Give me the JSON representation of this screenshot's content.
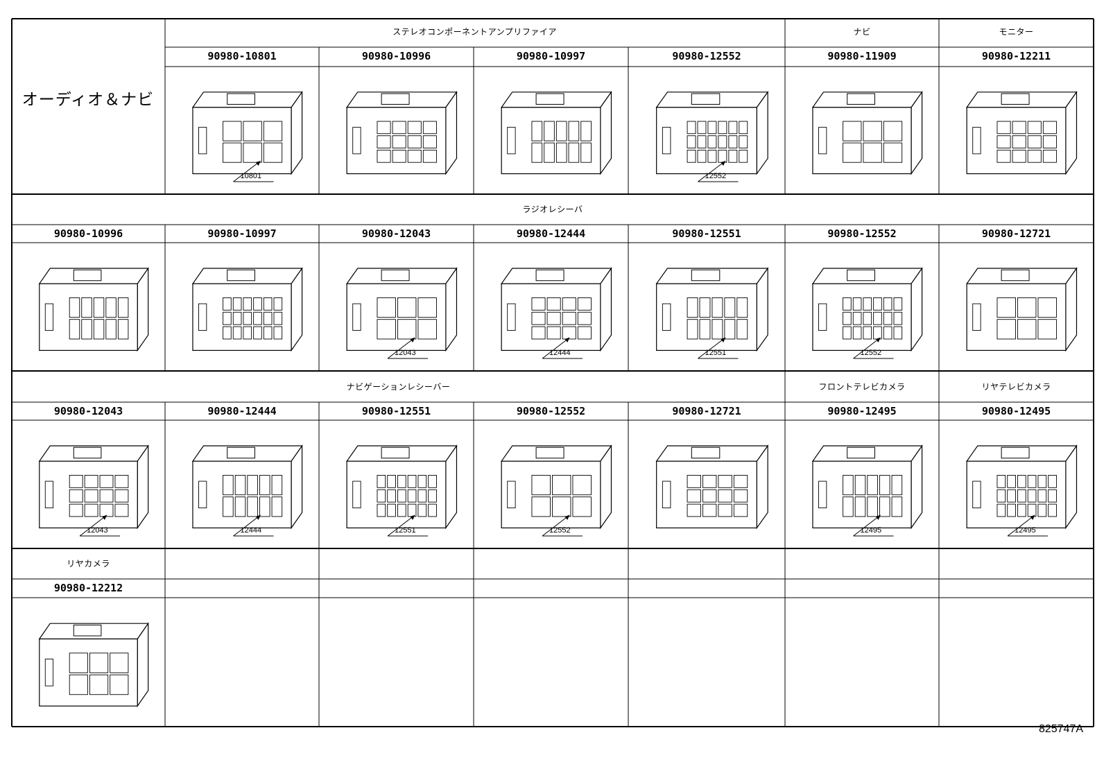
{
  "main_title": "オーディオ＆ナビ",
  "figure_id": "825747A",
  "sections": {
    "stereo_amp": "ステレオコンポーネントアンプリファイア",
    "navi": "ナビ",
    "monitor": "モニター",
    "radio_receiver": "ラジオレシーバ",
    "navigation_receiver": "ナビゲーションレシーバー",
    "front_tv_camera": "フロントテレビカメラ",
    "rear_tv_camera": "リヤテレビカメラ",
    "rear_camera": "リヤカメラ"
  },
  "rows": [
    {
      "parts": [
        "90980-10801",
        "90980-10996",
        "90980-10997",
        "90980-12552",
        "90980-11909",
        "90980-12211"
      ],
      "callouts": [
        "10801",
        "",
        "",
        "12552",
        "",
        ""
      ]
    },
    {
      "parts": [
        "90980-10996",
        "90980-10997",
        "90980-12043",
        "90980-12444",
        "90980-12551",
        "90980-12552",
        "90980-12721"
      ],
      "callouts": [
        "",
        "",
        "12043",
        "12444",
        "12551",
        "12552",
        ""
      ]
    },
    {
      "parts": [
        "90980-12043",
        "90980-12444",
        "90980-12551",
        "90980-12552",
        "90980-12721",
        "90980-12495",
        "90980-12495"
      ],
      "callouts": [
        "12043",
        "12444",
        "12551",
        "12552",
        "",
        "12495",
        "12495"
      ]
    },
    {
      "parts": [
        "90980-12212",
        "",
        "",
        "",
        "",
        "",
        ""
      ],
      "callouts": [
        "",
        "",
        "",
        "",
        "",
        "",
        ""
      ]
    }
  ],
  "icons": {
    "connector": "connector-drawing-icon"
  },
  "colors": {
    "line": "#000000",
    "background": "#ffffff"
  }
}
